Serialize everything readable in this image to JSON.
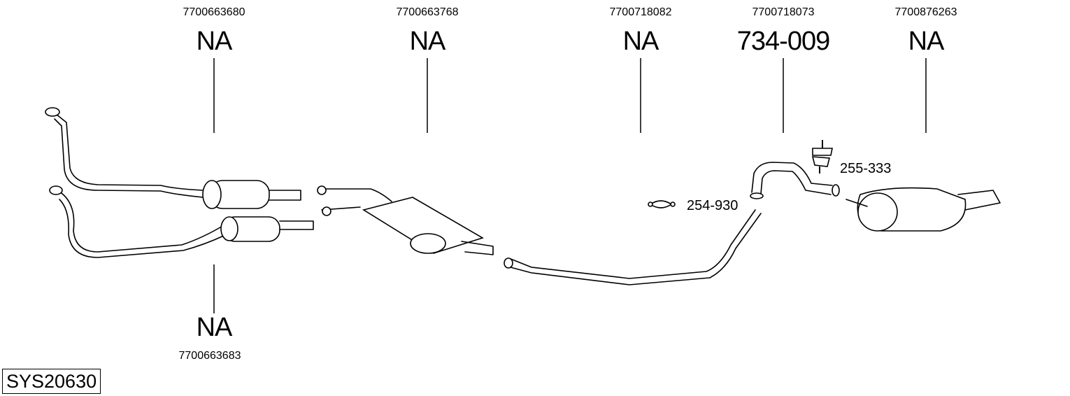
{
  "system_id": "SYS20630",
  "parts_top": [
    {
      "oem": "7700663680",
      "part": "NA"
    },
    {
      "oem": "7700663768",
      "part": "NA"
    },
    {
      "oem": "7700718082",
      "part": "NA"
    },
    {
      "oem": "7700718073",
      "part": "734-009"
    },
    {
      "oem": "7700876263",
      "part": "NA"
    }
  ],
  "parts_bottom": [
    {
      "oem": "7700663683",
      "part": "NA"
    }
  ],
  "accessories": [
    {
      "part": "254-930"
    },
    {
      "part": "255-333"
    }
  ]
}
